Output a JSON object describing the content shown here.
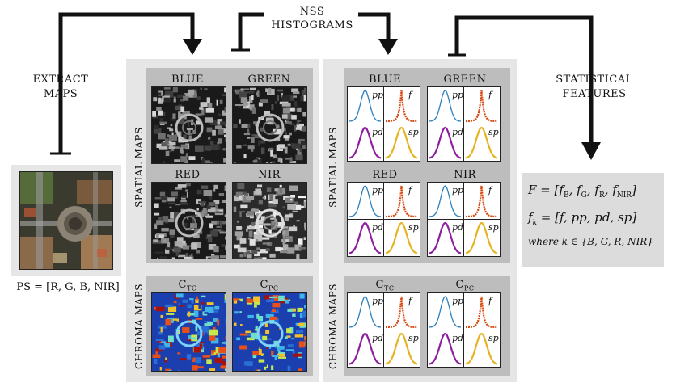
{
  "labels": {
    "extract": [
      "EXTRACT",
      "MAPS"
    ],
    "nss": [
      "NSS",
      "HISTOGRAMS"
    ],
    "stat": [
      "STATISTICAL",
      "FEATURES"
    ],
    "ps_formula": "PS = [R, G, B, NIR]",
    "spatial_maps": "SPATIAL MAPS",
    "chroma_maps": "CHROMA MAPS",
    "blue": "BLUE",
    "green": "GREEN",
    "red": "RED",
    "nir": "NIR",
    "c_tc": "C",
    "c_tc_sub": "TC",
    "c_pc": "C",
    "c_pc_sub": "PC",
    "hist_pp": "pp",
    "hist_f": "f",
    "hist_pd": "pd",
    "hist_sp": "sp"
  },
  "formulas": {
    "F_line": "F = [fB, fG, fR, fNIR]",
    "F_lhs": "F = [",
    "F_parts": [
      "f",
      "B",
      ", f",
      "G",
      ", f",
      "R",
      ", f",
      "NIR",
      "]"
    ],
    "fk_lhs": "f",
    "fk_sub": "k",
    "fk_rhs": " = [f, pp, pd, sp]",
    "where": "where k ∈ {B, G, R, NIR}"
  },
  "colors": {
    "pp": "#2a7fbf",
    "f": "#d9480f",
    "pd": "#8e1f9e",
    "sp": "#e6b422",
    "arrow": "#111111"
  }
}
